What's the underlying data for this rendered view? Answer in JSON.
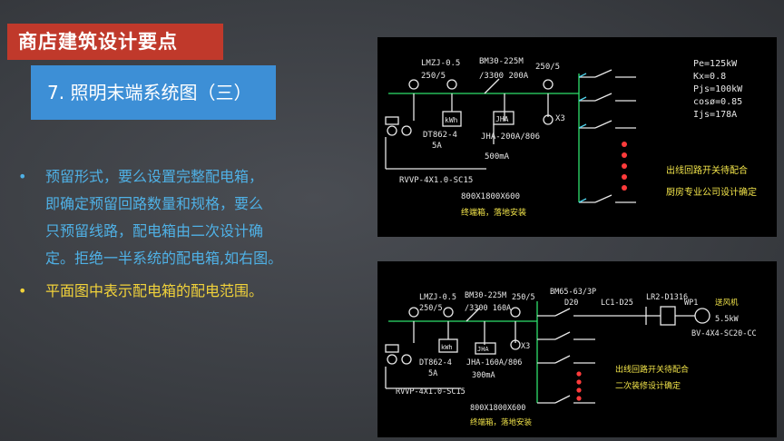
{
  "title": "商店建筑设计要点",
  "subtitle": "7. 照明末端系统图（三）",
  "bullets": [
    "预留形式，要么设置完整配电箱，",
    "即确定预留回路数量和规格，要么",
    "只预留线路，配电箱由二次设计确",
    "定。拒绝一半系统的配电箱,如右图。"
  ],
  "bullet_yellow": "平面图中表示配电箱的配电范围。",
  "colors": {
    "title_bg": "#c0392b",
    "subtitle_bg": "#3d8fd6",
    "bullet_blue": "#4fb1e6",
    "bullet_yellow": "#f1d23a",
    "cad_green": "#2ee06b",
    "cad_cyan": "#4fd4ee",
    "cad_white": "#e8e8e8",
    "cad_yellow": "#f2e44a",
    "cad_red": "#ff3b3b"
  },
  "diagram1": {
    "meter_label": "LMZJ-0.5",
    "meter_ratio": "250/5",
    "breaker_label": "BM30-225M",
    "breaker_rating": "/3300 200A",
    "ct_ratio": "250/5",
    "kwh": "kWh",
    "dt": "DT862-4",
    "dt_amp": "5A",
    "jha": "JHA",
    "jha_label": "JHA-200A/806",
    "x3": "X3",
    "ma": "500mA",
    "cable": "RVVP-4X1.0-SC15",
    "box_size": "800X1800X600",
    "box_install": "终端箱，落地安装",
    "params": [
      "Pe=125kW",
      "Kx=0.8",
      "Pjs=100kW",
      "cosø=0.85",
      "Ijs=178A"
    ],
    "note1": "出线回路开关待配合",
    "note2": "厨房专业公司设计确定"
  },
  "diagram2": {
    "meter_label": "LMZJ-0.5",
    "meter_ratio": "250/5",
    "breaker_label": "BM30-225M",
    "breaker_rating": "/3300 160A",
    "ct_ratio": "250/5",
    "kwh": "kWh",
    "dt": "DT862-4",
    "dt_amp": "5A",
    "jha": "JHA",
    "jha_label": "JHA-160A/806",
    "x3": "X3",
    "ma": "300mA",
    "cable": "RVVP-4X1.0-SC15",
    "bm65": "BM65-63/3P",
    "d20": "D20",
    "lc1": "LC1-D25",
    "lr2": "LR2-D1316",
    "wp1": "WP1",
    "fan": "送风机",
    "fan_kw": "5.5kW",
    "fan_cable": "BV-4X4-SC20-CC",
    "box_size": "800X1800X600",
    "box_install": "终端箱，落地安装",
    "note1": "出线回路开关待配合",
    "note2": "二次装修设计确定"
  }
}
